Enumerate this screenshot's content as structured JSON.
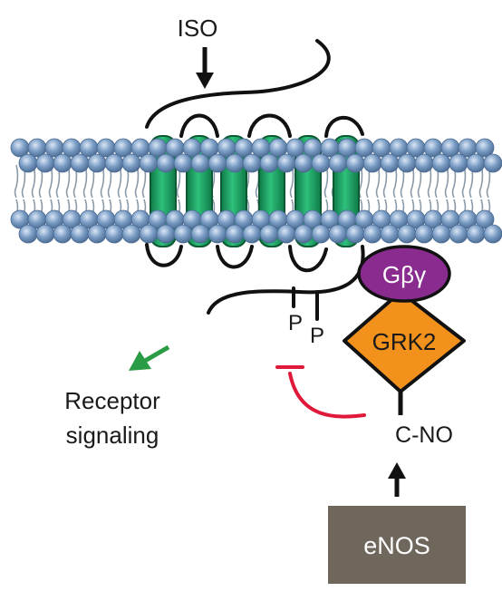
{
  "labels": {
    "ligand": "ISO",
    "phospho_1": "P",
    "phospho_2": "P",
    "gbg": "Gβγ",
    "grk2": "GRK2",
    "cno": "C-NO",
    "enos": "eNOS",
    "signaling_line1": "Receptor",
    "signaling_line2": "signaling"
  },
  "colors": {
    "lipid_head": "#7a9cc4",
    "lipid_tail": "#8a9aa8",
    "helix": "#1fa468",
    "gbg_fill": "#8a2c8f",
    "grk2_fill": "#f2911c",
    "enos_fill": "#6f665c",
    "inhibition": "#e0193a",
    "activation_arrow": "#2a9c45",
    "line": "#111111"
  },
  "icons": {
    "ligand_arrow": "down-arrow-icon",
    "signaling_arrow": "green-arrow-icon",
    "inhibition": "inhibition-arc-icon",
    "enos_arrow": "up-arrow-icon"
  }
}
